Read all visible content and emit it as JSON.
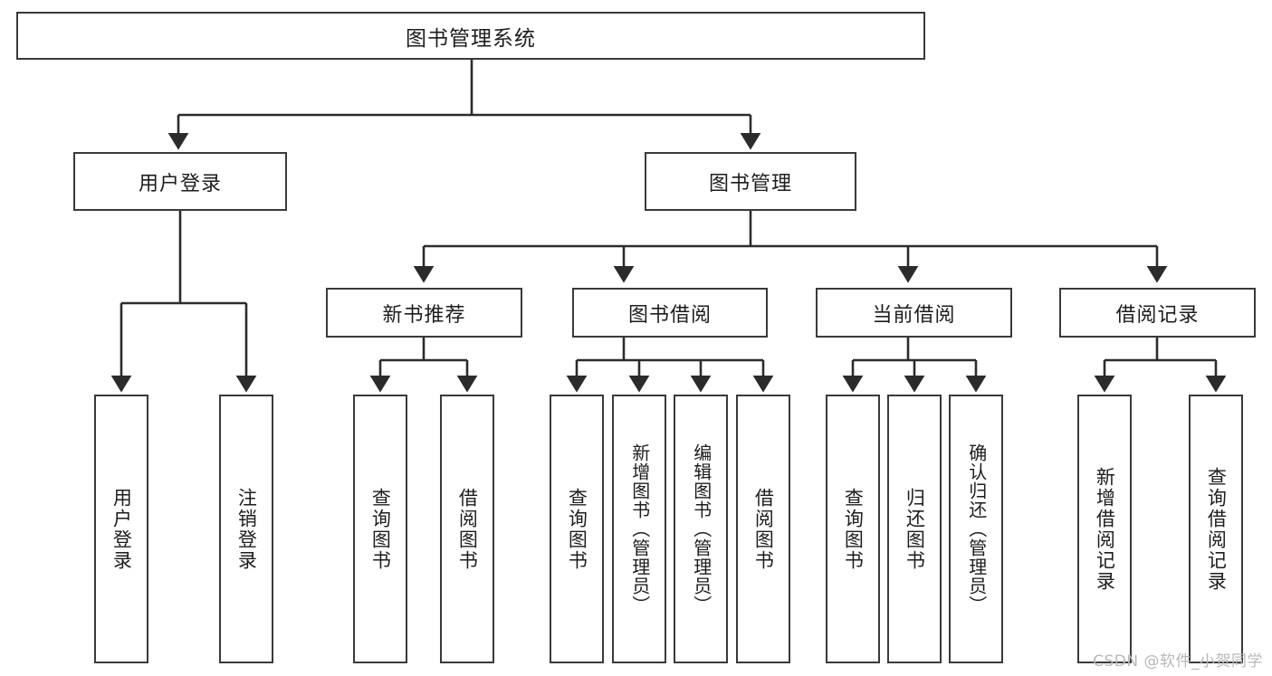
{
  "diagram": {
    "type": "tree-hierarchy",
    "title": "图书管理系统",
    "watermark": "CSDN @软件_小贺同学",
    "colors": {
      "box_border": "#3a3a3a",
      "box_fill": "#ffffff",
      "line": "#2b2b2b",
      "text": "#1d1d1d",
      "watermark": "#b8b8b8"
    },
    "levels": {
      "level1": [
        {
          "id": "root",
          "label": "图书管理系统"
        }
      ],
      "level2": [
        {
          "id": "user-login",
          "label": "用户登录"
        },
        {
          "id": "book-manage",
          "label": "图书管理"
        }
      ],
      "level3": [
        {
          "id": "new-book-rec",
          "label": "新书推荐",
          "parent": "book-manage"
        },
        {
          "id": "book-borrow",
          "label": "图书借阅",
          "parent": "book-manage"
        },
        {
          "id": "current-borrow",
          "label": "当前借阅",
          "parent": "book-manage"
        },
        {
          "id": "borrow-record",
          "label": "借阅记录",
          "parent": "book-manage"
        }
      ],
      "level4": [
        {
          "id": "leaf-1",
          "label": "用户登录",
          "parent": "user-login"
        },
        {
          "id": "leaf-2",
          "label": "注销登录",
          "parent": "user-login"
        },
        {
          "id": "leaf-3",
          "label": "查询图书",
          "parent": "new-book-rec"
        },
        {
          "id": "leaf-4",
          "label": "借阅图书",
          "parent": "new-book-rec"
        },
        {
          "id": "leaf-5",
          "label": "查询图书",
          "parent": "book-borrow"
        },
        {
          "id": "leaf-6",
          "label": "新增图书（管理员）",
          "parent": "book-borrow"
        },
        {
          "id": "leaf-7",
          "label": "编辑图书（管理员）",
          "parent": "book-borrow"
        },
        {
          "id": "leaf-8",
          "label": "借阅图书",
          "parent": "book-borrow"
        },
        {
          "id": "leaf-9",
          "label": "查询图书",
          "parent": "current-borrow"
        },
        {
          "id": "leaf-10",
          "label": "归还图书",
          "parent": "current-borrow"
        },
        {
          "id": "leaf-11",
          "label": "确认归还（管理员）",
          "parent": "current-borrow"
        },
        {
          "id": "leaf-12",
          "label": "新增借阅记录",
          "parent": "borrow-record"
        },
        {
          "id": "leaf-13",
          "label": "查询借阅记录",
          "parent": "borrow-record"
        }
      ]
    }
  }
}
